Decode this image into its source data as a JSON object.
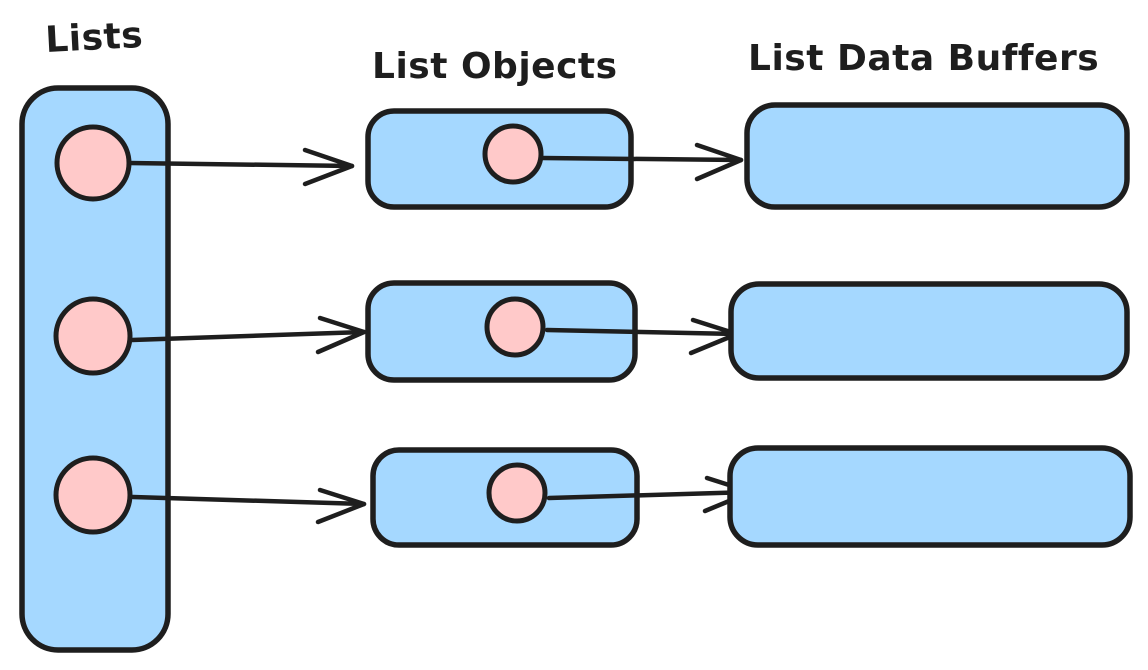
{
  "diagram": {
    "column_labels": {
      "lists": "Lists",
      "list_objects": "List Objects",
      "list_data_buffers": "List Data Buffers"
    },
    "colors": {
      "box_fill": "#a5d8ff",
      "circle_fill": "#ffc9c9",
      "stroke_color": "#1e1e1e",
      "background": "#ffffff"
    },
    "structure": {
      "list_container_pointer_count": 3,
      "list_object_box_count": 3,
      "data_buffer_box_count": 3,
      "edges": [
        {
          "from": "list-pointer-1",
          "to": "list-object-box-1"
        },
        {
          "from": "object-pointer-1",
          "to": "data-buffer-box-1"
        },
        {
          "from": "list-pointer-2",
          "to": "list-object-box-2"
        },
        {
          "from": "object-pointer-2",
          "to": "data-buffer-box-2"
        },
        {
          "from": "list-pointer-3",
          "to": "list-object-box-3"
        },
        {
          "from": "object-pointer-3",
          "to": "data-buffer-box-3"
        }
      ]
    }
  }
}
